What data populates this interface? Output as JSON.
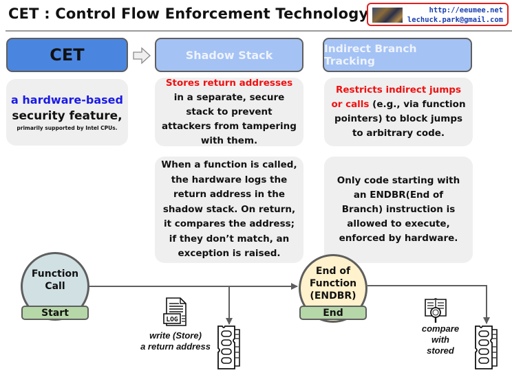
{
  "header": {
    "title": "CET : Control Flow Enforcement Technology",
    "contact": {
      "url": "http://eeumee.net",
      "email": "lechuck.park@gmail.com"
    }
  },
  "colors": {
    "cet_box": "#4a86e0",
    "feature_box": "#a4c2f4",
    "card_bg": "#efefef",
    "highlight_red": "#f01010",
    "highlight_blue": "#1a1ae6",
    "start_node": "#d0e0e3",
    "end_node": "#fff2cc",
    "tag_green": "#b6d7a8",
    "contact_border": "#e02020"
  },
  "cet": {
    "title": "CET",
    "line1": "a hardware-based",
    "line2": "security feature,",
    "line3": "primarily supported by Intel CPUs."
  },
  "shadow_stack": {
    "title": "Shadow Stack",
    "summary_highlight": "Stores return addresses",
    "summary_rest": " in a separate, secure stack to prevent attackers from tampering with them.",
    "detail": "When a function is called, the hardware logs the return address in the shadow stack. On return, it compares the address; if they don’t match, an exception is raised."
  },
  "ibt": {
    "title": "Indirect Branch Tracking",
    "summary_highlight": "Restricts indirect jumps or calls",
    "summary_rest": " (e.g., via function pointers) to block jumps to arbitrary code.",
    "detail": "Only code starting with an ENDBR(End of Branch) instruction is allowed to execute, enforced by hardware."
  },
  "flow": {
    "start_node": {
      "label_line1": "Function",
      "label_line2": "Call",
      "tag": "Start"
    },
    "end_node": {
      "label_line1": "End of",
      "label_line2": "Function",
      "label_line3": "(ENDBR)",
      "tag": "End"
    },
    "write_step": {
      "icon": "log-file-icon",
      "line1": "write (Store)",
      "line2": "a return address"
    },
    "compare_step": {
      "icon": "document-magnifier-icon",
      "line1": "compare",
      "line2": "with",
      "line3": "stored"
    },
    "memory_icon": "memory-module-icon"
  }
}
